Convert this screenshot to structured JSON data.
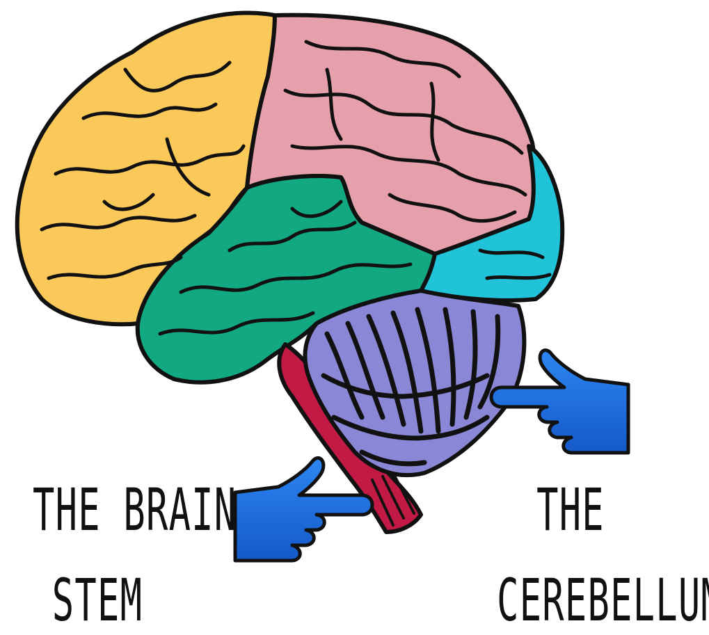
{
  "labels": {
    "brain_stem_line1": "THE BRAIN",
    "brain_stem_line2": "STEM",
    "cerebellum_line1": "THE",
    "cerebellum_line2": "CEREBELLUM"
  },
  "colors": {
    "frontal_lobe": "#FBC95A",
    "parietal_lobe": "#E6A0AC",
    "occipital_lobe": "#21C3D9",
    "temporal_lobe": "#12A881",
    "cerebellum": "#8A88D6",
    "brain_stem": "#C21A45",
    "pointer_hand": "#1A6FE3",
    "outline": "#111111"
  },
  "icons": {
    "brain": "brain-illustration",
    "pointer_stem": "pointing-hand-icon",
    "pointer_cerebellum": "pointing-hand-icon"
  }
}
